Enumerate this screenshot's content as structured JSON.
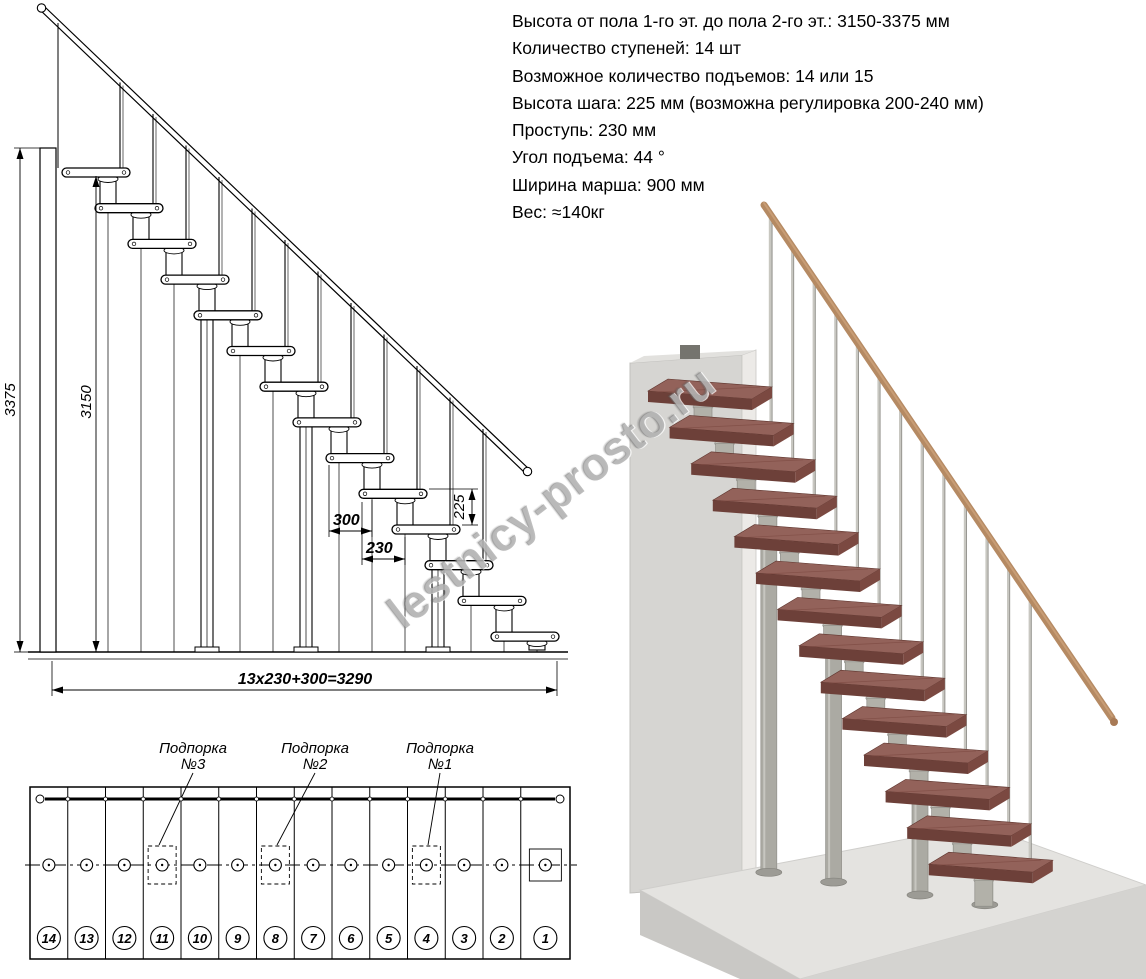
{
  "watermark": "lestnicy-prosto.ru",
  "specs": {
    "lines": [
      "Высота от пола 1-го эт. до пола 2-го эт.: 3150-3375 мм",
      "Количество ступеней: 14 шт",
      "Возможное количество подъемов: 14 или 15",
      "Высота шага: 225 мм (возможна регулировка 200-240 мм)",
      "Проступь: 230 мм",
      "Угол подъема: 44 °",
      "Ширина марша: 900 мм",
      "Вес: ≈140кг"
    ]
  },
  "side_view": {
    "steps_count": 14,
    "dims": {
      "total_height": "3375",
      "floor_height": "3150",
      "step_height": "225",
      "module_run": "300",
      "tread_run": "230",
      "total_run": "13x230+300=3290"
    }
  },
  "plan_view": {
    "supports": [
      {
        "label": "Подпорка",
        "number": "№3"
      },
      {
        "label": "Подпорка",
        "number": "№2"
      },
      {
        "label": "Подпорка",
        "number": "№1"
      }
    ],
    "step_numbers": [
      "14",
      "13",
      "12",
      "11",
      "10",
      "9",
      "8",
      "7",
      "6",
      "5",
      "4",
      "3",
      "2",
      "1"
    ],
    "support_strip_indices": [
      3,
      6,
      10
    ]
  },
  "render_3d": {
    "steps_count": 14,
    "colors": {
      "tread_top": "#93625a",
      "tread_front": "#6d4039",
      "tread_side": "#7b4941",
      "rail": "#b58a63",
      "metal": "#b2b1a9",
      "wall": "#d6d5d2",
      "floor": "#e4e3e0"
    }
  }
}
